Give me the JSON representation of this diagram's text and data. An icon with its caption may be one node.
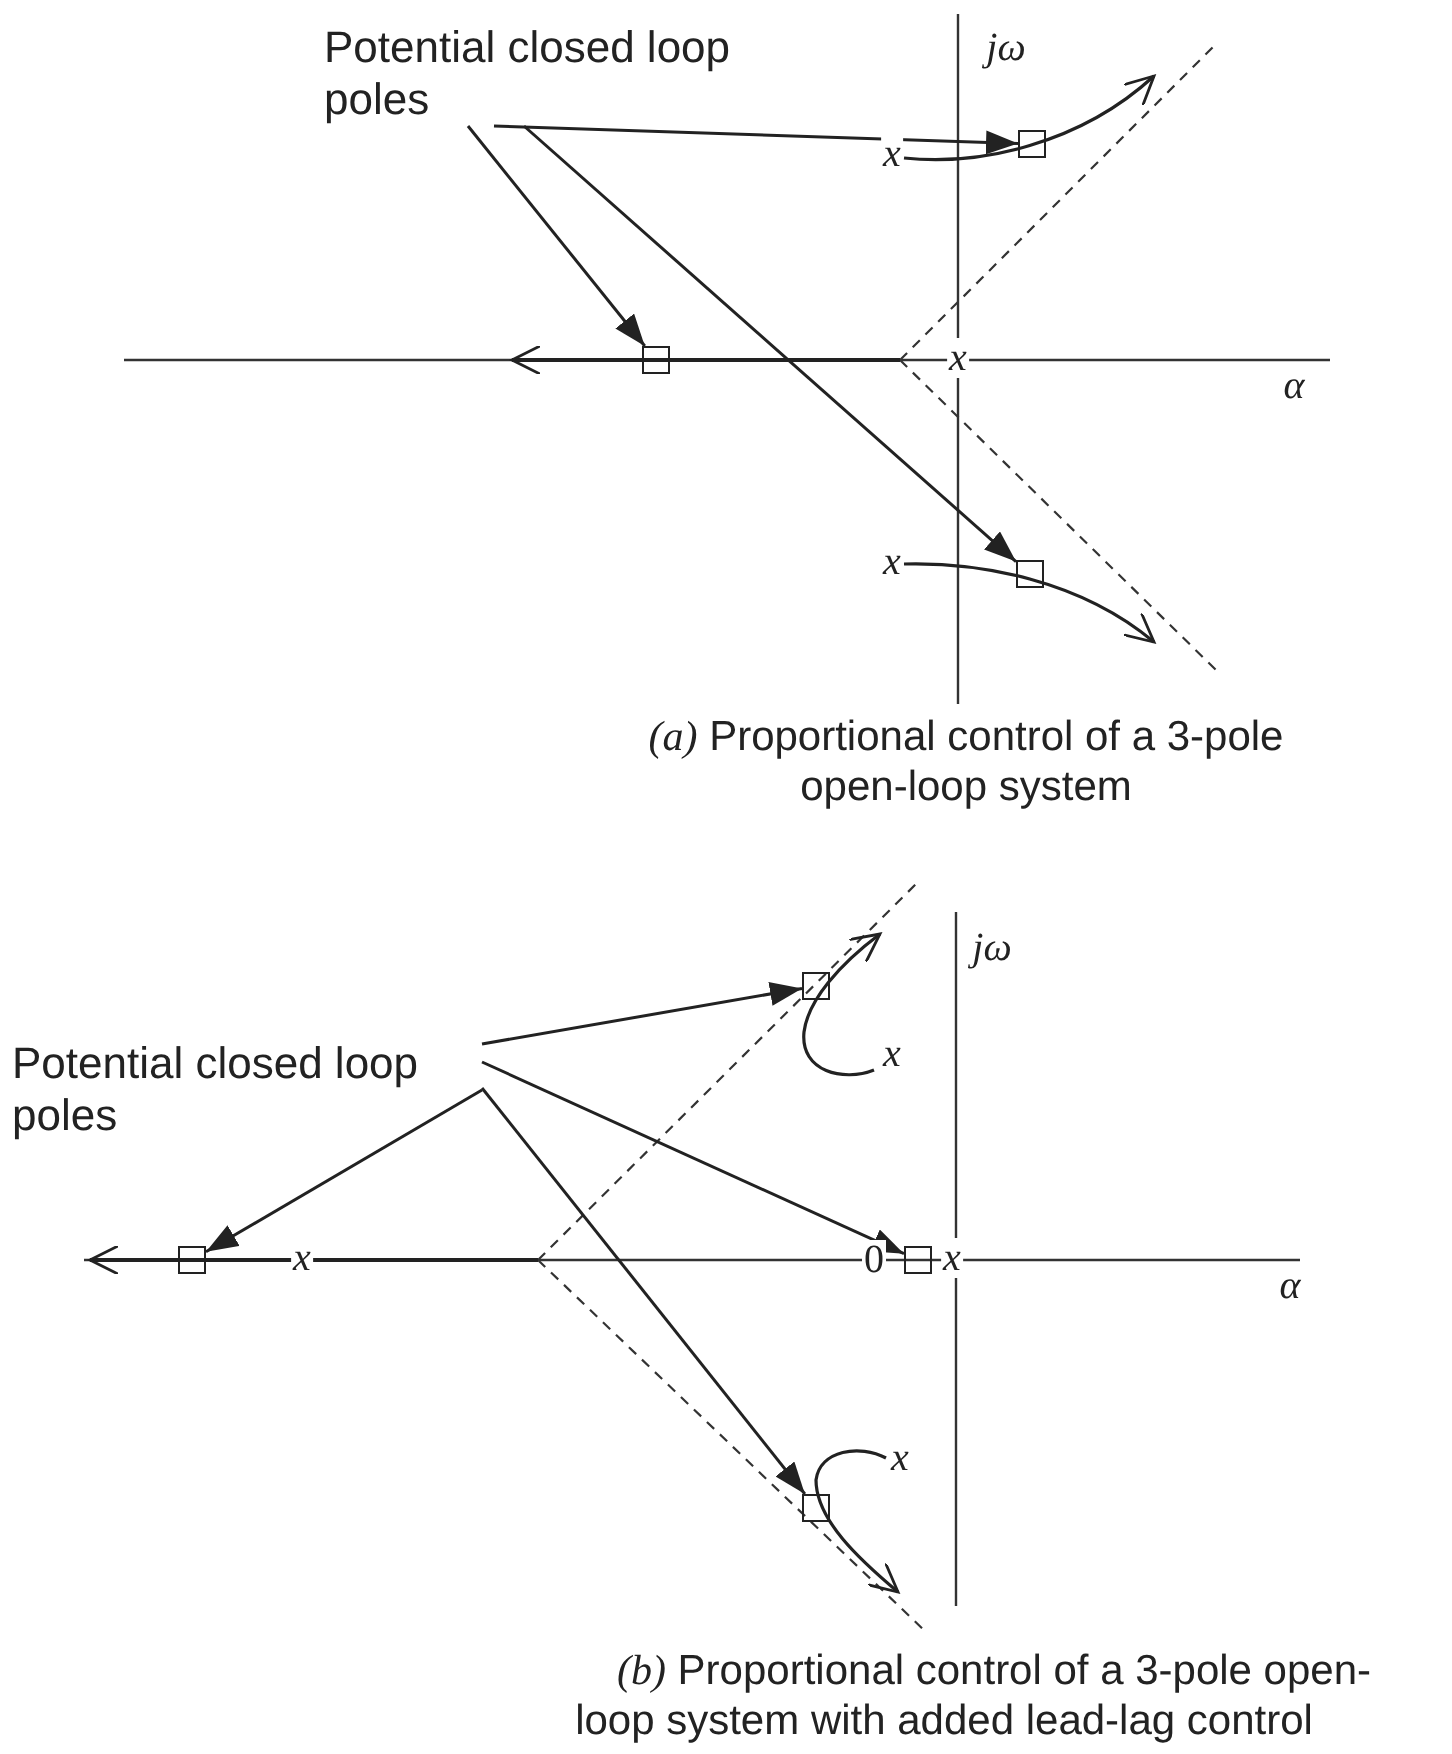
{
  "diagram": {
    "nodes": [
      {
        "text": [
          "Potential closed loop poles"
        ]
      },
      {
        "text": [],
        "shape": "box"
      },
      {
        "text": [],
        "shape": "box"
      },
      {
        "text": [],
        "shape": "box"
      },
      {
        "text": [
          "Potential closed loop poles"
        ]
      },
      {
        "text": [],
        "shape": "box"
      },
      {
        "text": [],
        "shape": "box"
      },
      {
        "text": [],
        "shape": "box"
      },
      {
        "text": [],
        "shape": "box"
      }
    ],
    "edges": [
      {
        "from": 0,
        "to": 1,
        "arrow": "to"
      },
      {
        "from": 0,
        "to": 2,
        "arrow": "to"
      },
      {
        "from": 0,
        "to": 3,
        "arrow": "to"
      },
      {
        "from": 4,
        "to": 5,
        "arrow": "to"
      },
      {
        "from": 4,
        "to": 6,
        "arrow": "to"
      },
      {
        "from": 4,
        "to": 7,
        "arrow": "to"
      },
      {
        "from": 4,
        "to": 8,
        "arrow": "to"
      }
    ],
    "labels": [
      "jω",
      "x",
      "x",
      "α",
      "x",
      "*(a)* Proportional control of a 3-pole open-loop system",
      "jω",
      "x",
      "x",
      "0",
      "x",
      "α",
      "x",
      "*(b)* Proportional control of a 3-pole open-loop system with added lead-lag control"
    ]
  }
}
